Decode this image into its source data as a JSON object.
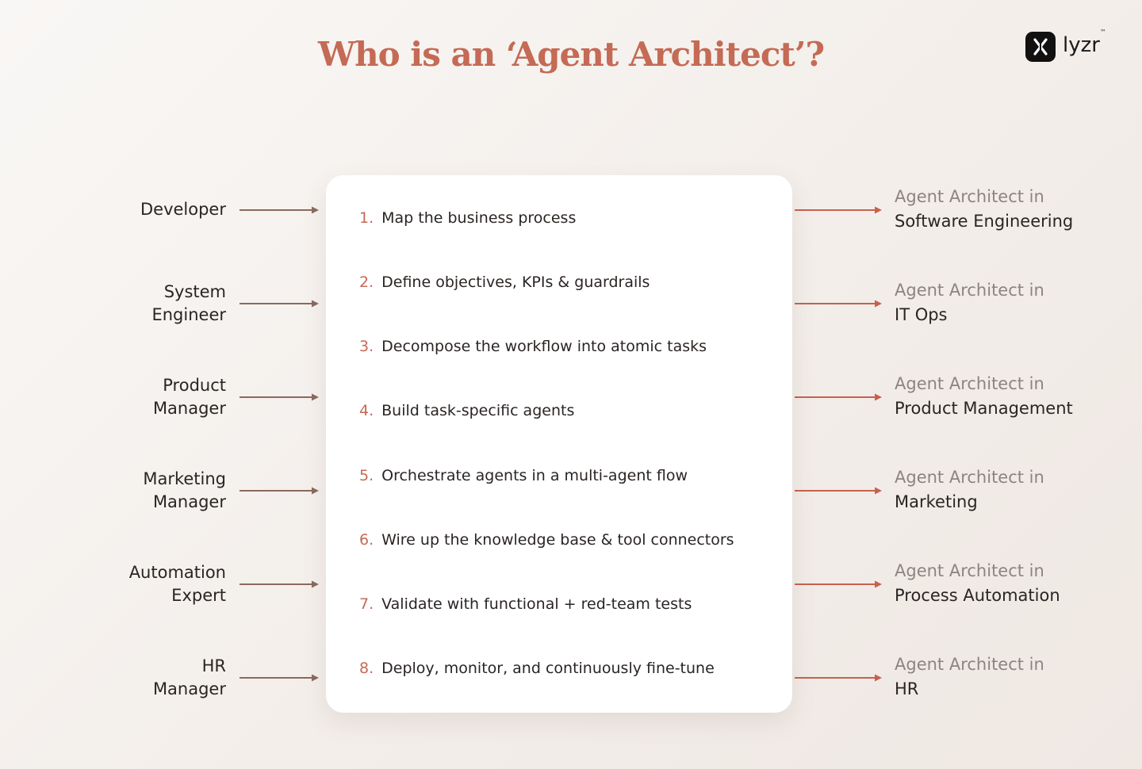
{
  "title": "Who is an ‘Agent Architect’?",
  "brand": {
    "name": "lyzr",
    "mark": "™"
  },
  "colors": {
    "accent": "#c46a55",
    "left_arrow": "#8a6a5e",
    "right_arrow": "#c8604e",
    "muted_text": "#8c8480",
    "card": "#ffffff"
  },
  "roles": [
    {
      "lines": [
        "Developer"
      ]
    },
    {
      "lines": [
        "System",
        "Engineer"
      ]
    },
    {
      "lines": [
        "Product",
        "Manager"
      ]
    },
    {
      "lines": [
        "Marketing",
        "Manager"
      ]
    },
    {
      "lines": [
        "Automation",
        "Expert"
      ]
    },
    {
      "lines": [
        "HR",
        "Manager"
      ]
    }
  ],
  "steps": [
    {
      "num": "1.",
      "text": "Map the business process"
    },
    {
      "num": "2.",
      "text": "Define objectives, KPIs & guardrails"
    },
    {
      "num": "3.",
      "text": "Decompose the workflow into atomic tasks"
    },
    {
      "num": "4.",
      "text": "Build task-specific agents"
    },
    {
      "num": "5.",
      "text": "Orchestrate agents in a multi-agent flow"
    },
    {
      "num": "6.",
      "text": "Wire up the knowledge base & tool connectors"
    },
    {
      "num": "7.",
      "text": "Validate with functional + red-team tests"
    },
    {
      "num": "8.",
      "text": "Deploy, monitor, and continuously fine-tune"
    }
  ],
  "outcomes": [
    {
      "prefix": "Agent Architect in",
      "domain": "Software Engineering"
    },
    {
      "prefix": "Agent Architect in",
      "domain": "IT Ops"
    },
    {
      "prefix": "Agent Architect in",
      "domain": "Product Management"
    },
    {
      "prefix": "Agent Architect in",
      "domain": "Marketing"
    },
    {
      "prefix": "Agent Architect in",
      "domain": "Process Automation"
    },
    {
      "prefix": "Agent Architect in",
      "domain": "HR"
    }
  ]
}
